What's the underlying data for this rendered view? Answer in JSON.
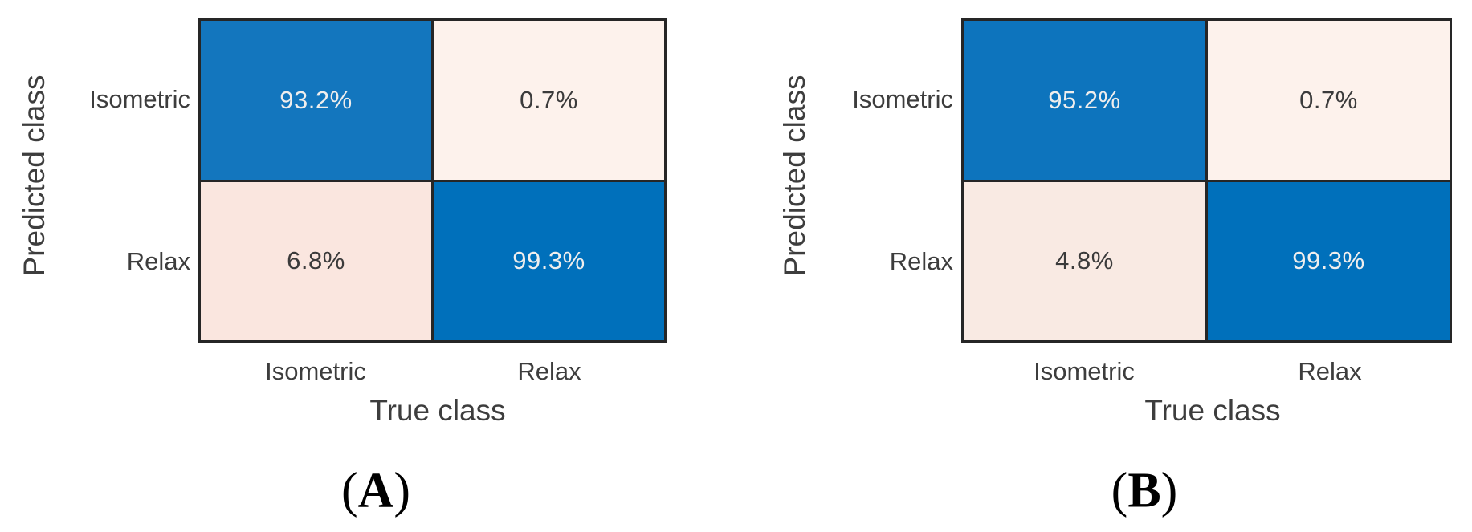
{
  "figure": {
    "background": "#ffffff",
    "grid_color": "#262626",
    "label_color": "#3d3d3d",
    "accent_blue": "#0f74bd",
    "panels": [
      {
        "caption": {
          "open": "(",
          "letter": "A",
          "close": ")"
        },
        "ylabel": "Predicted class",
        "xlabel": "True class",
        "row_labels": [
          "Isometric",
          "Relax"
        ],
        "col_labels": [
          "Isometric",
          "Relax"
        ],
        "cells": [
          [
            {
              "value": "93.2%",
              "bg": "#1376be",
              "fg": "#f0eeed"
            },
            {
              "value": "0.7%",
              "bg": "#fdf2ec",
              "fg": "#3b3b3b"
            }
          ],
          [
            {
              "value": "6.8%",
              "bg": "#fae6df",
              "fg": "#3b3b3b"
            },
            {
              "value": "99.3%",
              "bg": "#0070bb",
              "fg": "#f0eeed"
            }
          ]
        ]
      },
      {
        "caption": {
          "open": "(",
          "letter": "B",
          "close": ")"
        },
        "ylabel": "Predicted class",
        "xlabel": "True class",
        "row_labels": [
          "Isometric",
          "Relax"
        ],
        "col_labels": [
          "Isometric",
          "Relax"
        ],
        "cells": [
          [
            {
              "value": "95.2%",
              "bg": "#0d74bd",
              "fg": "#f0eeed"
            },
            {
              "value": "0.7%",
              "bg": "#fdf2ec",
              "fg": "#3b3b3b"
            }
          ],
          [
            {
              "value": "4.8%",
              "bg": "#f9eae3",
              "fg": "#3b3b3b"
            },
            {
              "value": "99.3%",
              "bg": "#0070bb",
              "fg": "#f0eeed"
            }
          ]
        ]
      }
    ]
  },
  "chart_data": [
    {
      "type": "heatmap",
      "title": "(A)",
      "xlabel": "True class",
      "ylabel": "Predicted class",
      "x_categories": [
        "Isometric",
        "Relax"
      ],
      "y_categories": [
        "Isometric",
        "Relax"
      ],
      "values_percent": [
        [
          93.2,
          0.7
        ],
        [
          6.8,
          99.3
        ]
      ],
      "value_labels": [
        [
          "93.2%",
          "0.7%"
        ],
        [
          "6.8%",
          "99.3%"
        ]
      ],
      "colormap": "blue diagonal high, pale pink off-diagonal low",
      "grid": true,
      "legend": false
    },
    {
      "type": "heatmap",
      "title": "(B)",
      "xlabel": "True class",
      "ylabel": "Predicted class",
      "x_categories": [
        "Isometric",
        "Relax"
      ],
      "y_categories": [
        "Isometric",
        "Relax"
      ],
      "values_percent": [
        [
          95.2,
          0.7
        ],
        [
          4.8,
          99.3
        ]
      ],
      "value_labels": [
        [
          "95.2%",
          "0.7%"
        ],
        [
          "4.8%",
          "99.3%"
        ]
      ],
      "colormap": "blue diagonal high, pale pink off-diagonal low",
      "grid": true,
      "legend": false
    }
  ]
}
